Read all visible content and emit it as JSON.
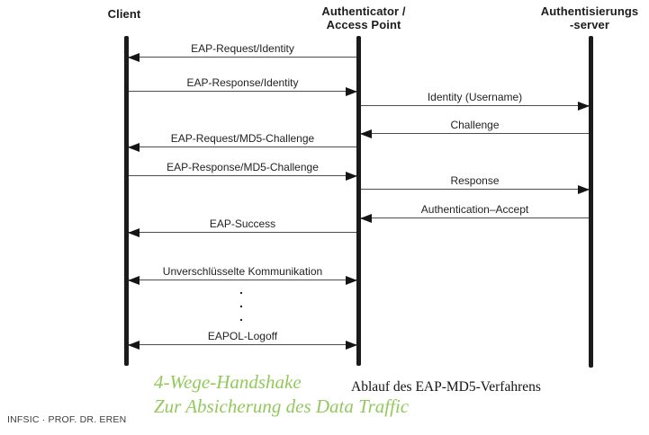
{
  "diagram": {
    "actors": [
      {
        "line1": "Client",
        "line2": ""
      },
      {
        "line1": "Authenticator /",
        "line2": "Access Point"
      },
      {
        "line1": "Authentisierungs",
        "line2": "-server"
      }
    ],
    "messages": [
      {
        "label": "EAP-Request/Identity",
        "from": "Authenticator / Access Point",
        "to": "Client",
        "direction": "left"
      },
      {
        "label": "EAP-Response/Identity",
        "from": "Client",
        "to": "Authenticator / Access Point",
        "direction": "right"
      },
      {
        "label": "Identity (Username)",
        "from": "Authenticator / Access Point",
        "to": "Authentisierungs-server",
        "direction": "right"
      },
      {
        "label": "Challenge",
        "from": "Authentisierungs-server",
        "to": "Authenticator / Access Point",
        "direction": "left"
      },
      {
        "label": "EAP-Request/MD5-Challenge",
        "from": "Authenticator / Access Point",
        "to": "Client",
        "direction": "left"
      },
      {
        "label": "EAP-Response/MD5-Challenge",
        "from": "Client",
        "to": "Authenticator / Access Point",
        "direction": "right"
      },
      {
        "label": "Response",
        "from": "Authenticator / Access Point",
        "to": "Authentisierungs-server",
        "direction": "right"
      },
      {
        "label": "Authentication–Accept",
        "from": "Authentisierungs-server",
        "to": "Authenticator / Access Point",
        "direction": "left"
      },
      {
        "label": "EAP-Success",
        "from": "Authenticator / Access Point",
        "to": "Client",
        "direction": "left"
      },
      {
        "label": "Unverschlüsselte Kommunikation",
        "from": "Client",
        "to": "Authenticator / Access Point",
        "direction": "both"
      },
      {
        "label": "EAPOL-Logoff",
        "from": "Client",
        "to": "Authenticator / Access Point",
        "direction": "both"
      }
    ],
    "ellipsis_dots": [
      ".",
      ".",
      "."
    ]
  },
  "captions": {
    "handshake_line1": "4-Wege-Handshake",
    "handshake_line2": "Zur Absicherung des Data Traffic",
    "figure_caption": "Ablauf des EAP-MD5-Verfahrens"
  },
  "footer": {
    "text": "INFSIC · PROF. DR. EREN"
  },
  "colors": {
    "accent_green": "#93c95c",
    "ink": "#1a1a1a",
    "line_gray": "#4d4d4d"
  }
}
